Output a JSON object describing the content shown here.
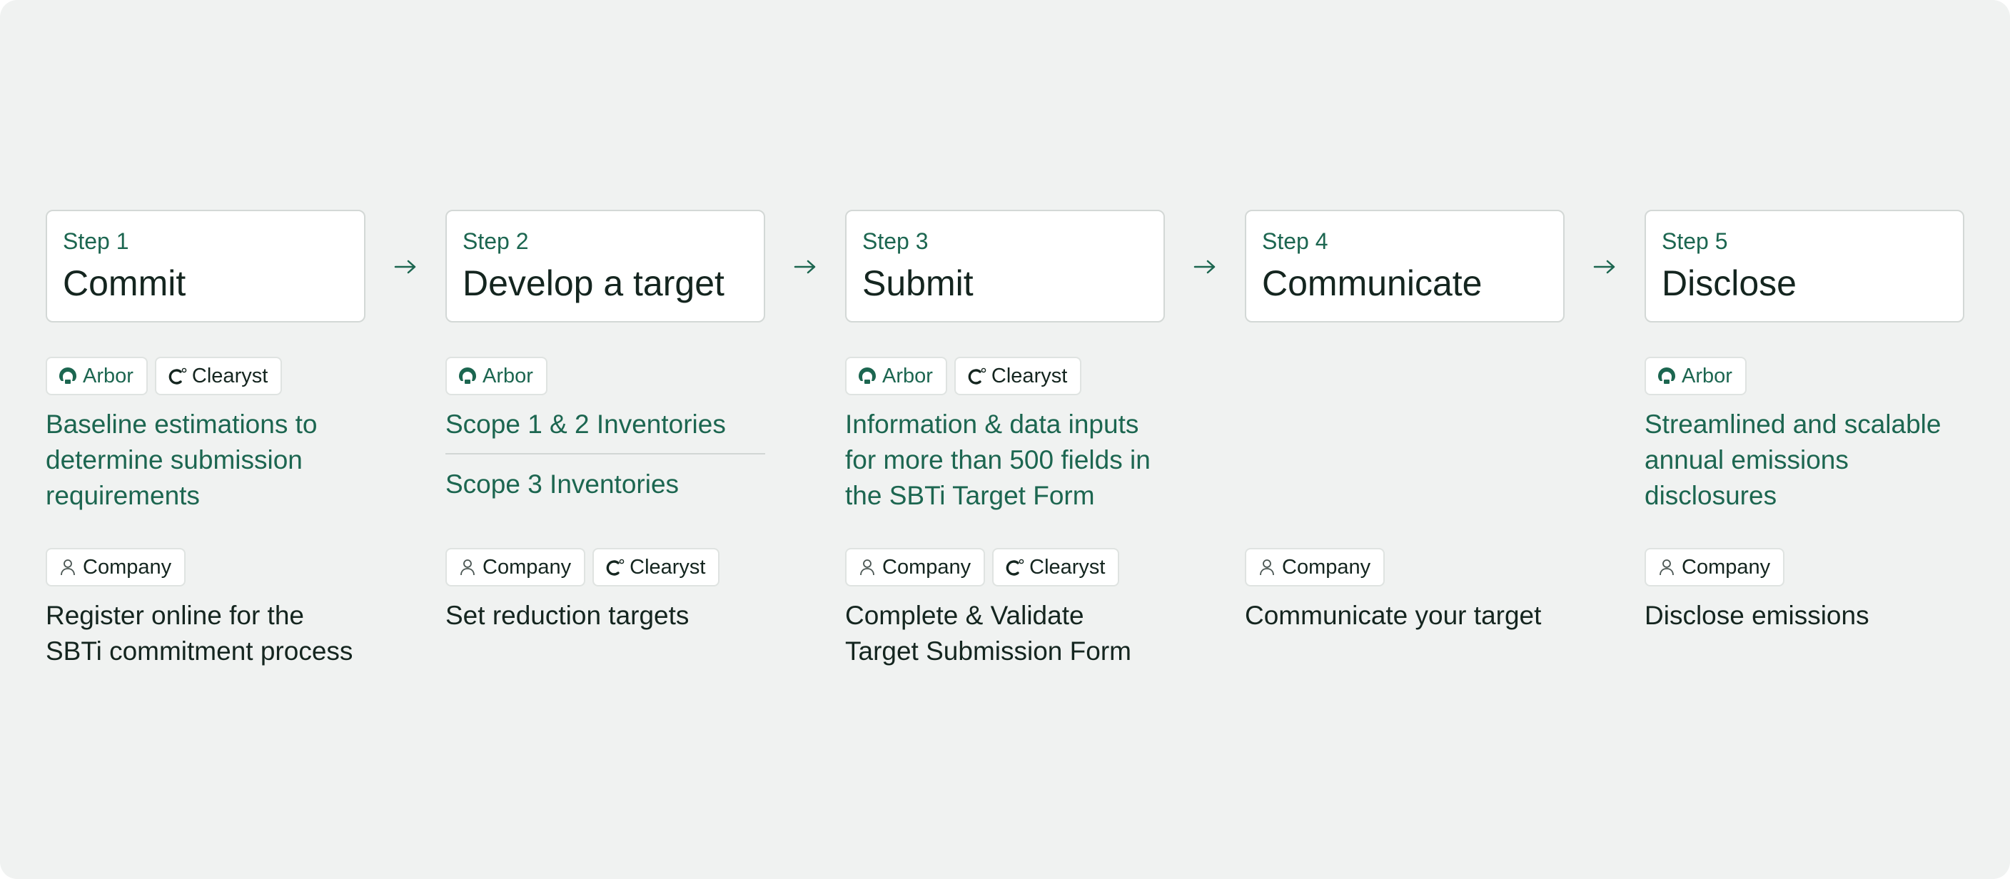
{
  "colors": {
    "accent": "#1c6650",
    "text": "#14251f",
    "background": "#f0f2f1",
    "card": "#ffffff"
  },
  "steps": [
    {
      "number": "Step 1",
      "title": "Commit",
      "provider_badges": [
        "Arbor",
        "Clearyst"
      ],
      "provider_text": [
        "Baseline estimations to",
        "determine submission",
        "requirements"
      ],
      "company_badges": [
        "Company"
      ],
      "company_text": [
        "Register online for the",
        "SBTi commitment process"
      ]
    },
    {
      "number": "Step 2",
      "title": "Develop a target",
      "provider_badges": [
        "Arbor"
      ],
      "provider_text": [
        "Scope 1 & 2 Inventories"
      ],
      "provider_text_2": [
        "Scope 3 Inventories"
      ],
      "company_badges": [
        "Company",
        "Clearyst"
      ],
      "company_text": [
        "Set reduction targets"
      ]
    },
    {
      "number": "Step 3",
      "title": "Submit",
      "provider_badges": [
        "Arbor",
        "Clearyst"
      ],
      "provider_text": [
        "Information & data inputs",
        "for more than 500 fields in",
        "the SBTi Target Form"
      ],
      "company_badges": [
        "Company",
        "Clearyst"
      ],
      "company_text": [
        "Complete & Validate",
        "Target Submission Form"
      ]
    },
    {
      "number": "Step 4",
      "title": "Communicate",
      "company_badges": [
        "Company"
      ],
      "company_text": [
        "Communicate your target"
      ]
    },
    {
      "number": "Step 5",
      "title": "Disclose",
      "provider_badges": [
        "Arbor"
      ],
      "provider_text": [
        "Streamlined and scalable",
        "annual emissions",
        "disclosures"
      ],
      "company_badges": [
        "Company"
      ],
      "company_text": [
        "Disclose emissions"
      ]
    }
  ],
  "icons": {
    "arrow": "arrow-right-icon",
    "arbor": "arbor-logo-icon",
    "clearyst": "clearyst-logo-icon",
    "company": "person-icon"
  }
}
